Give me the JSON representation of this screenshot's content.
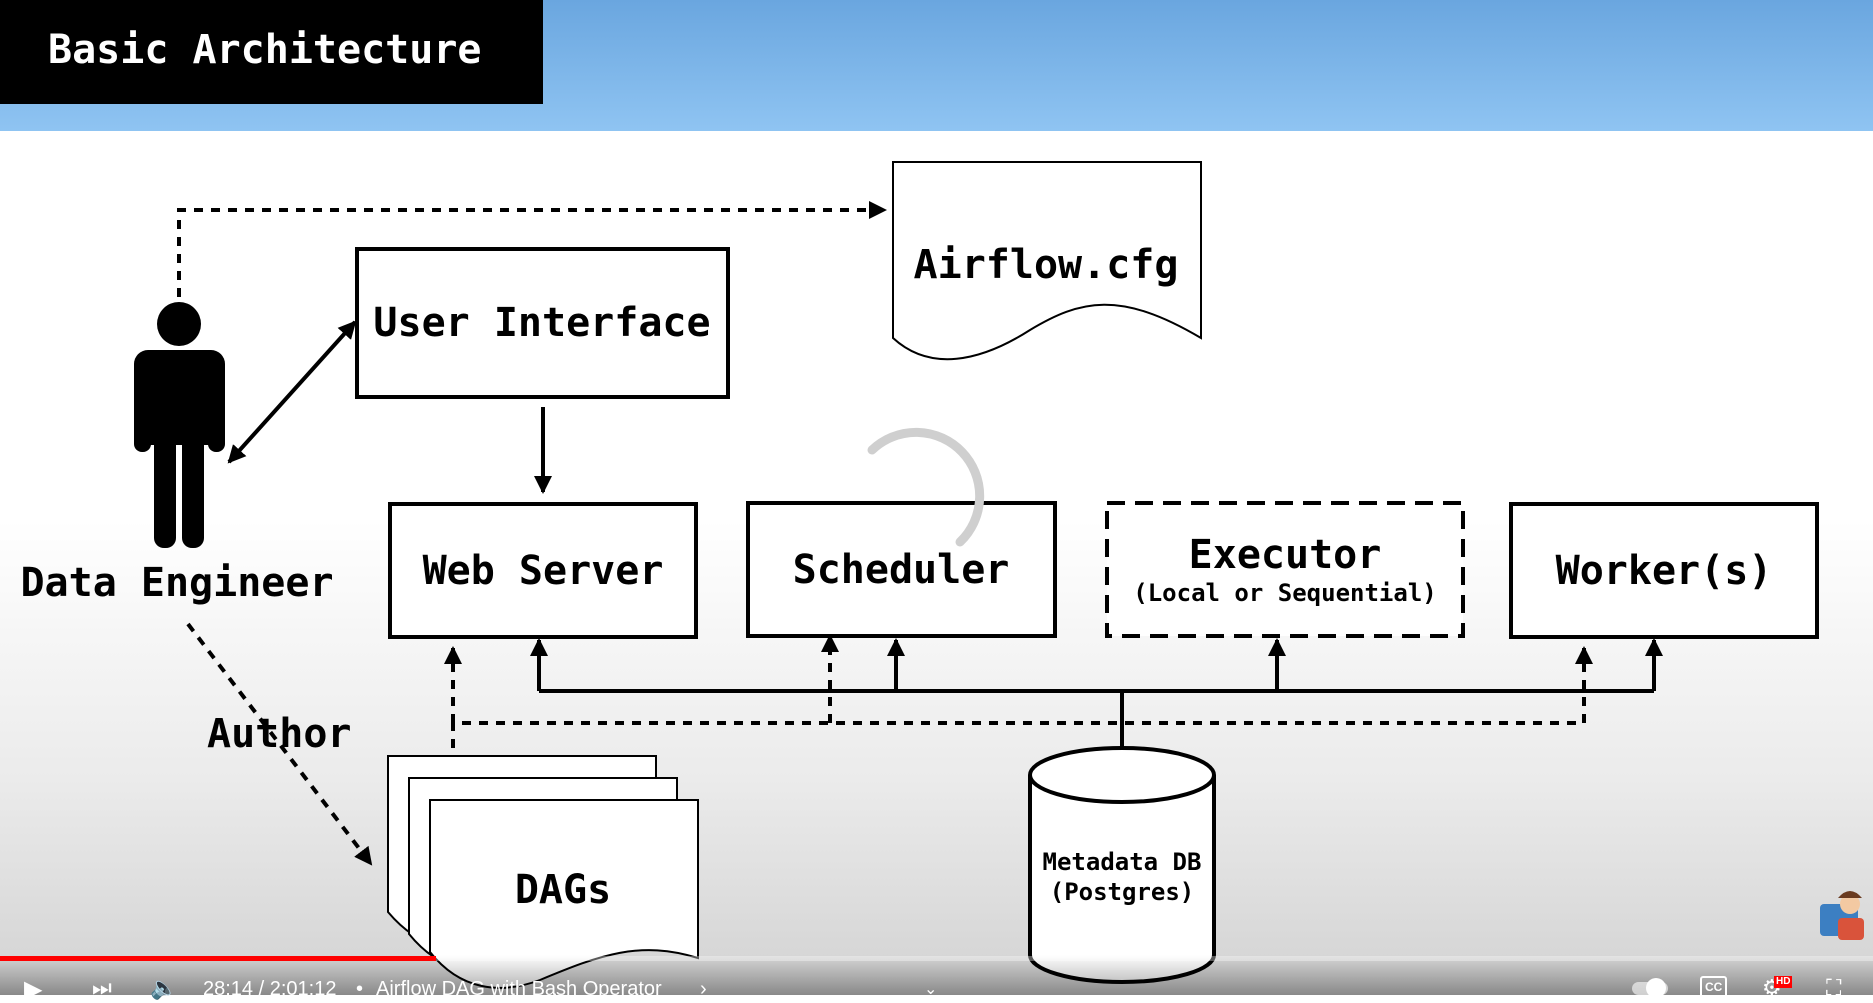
{
  "slide": {
    "title": "Basic Architecture"
  },
  "diagram": {
    "actor": "Data Engineer",
    "author_label": "Author",
    "config_file": "Airflow.cfg",
    "user_interface": "User Interface",
    "web_server": "Web Server",
    "scheduler": "Scheduler",
    "executor": "Executor",
    "executor_note": "(Local or Sequential)",
    "workers": "Worker(s)",
    "dags": "DAGs",
    "metadata_db_line1": "Metadata DB",
    "metadata_db_line2": "(Postgres)"
  },
  "player": {
    "time": "28:14 / 2:01:12",
    "separator": "•",
    "chapter": "Airflow DAG with Bash Operator",
    "chapter_chevron": "›",
    "progress_fraction": 0.233,
    "cc_label": "CC",
    "hd_label": "HD",
    "accent_color": "#ff0000"
  },
  "icons": [
    "play-icon",
    "next-icon",
    "volume-icon",
    "chevron-down-icon",
    "autoplay-toggle",
    "captions-icon",
    "settings-icon",
    "fullscreen-icon",
    "channel-avatar",
    "loading-spinner",
    "person-icon"
  ]
}
